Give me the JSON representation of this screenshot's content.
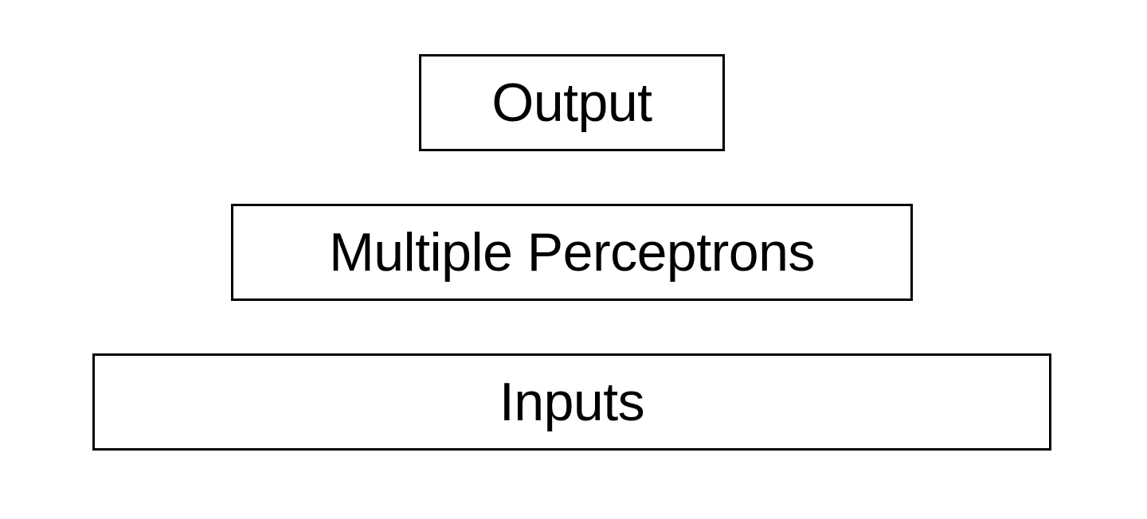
{
  "diagram": {
    "layers": [
      {
        "id": "output",
        "label": "Output"
      },
      {
        "id": "perceptrons",
        "label": "Multiple Perceptrons"
      },
      {
        "id": "inputs",
        "label": "Inputs"
      }
    ]
  }
}
